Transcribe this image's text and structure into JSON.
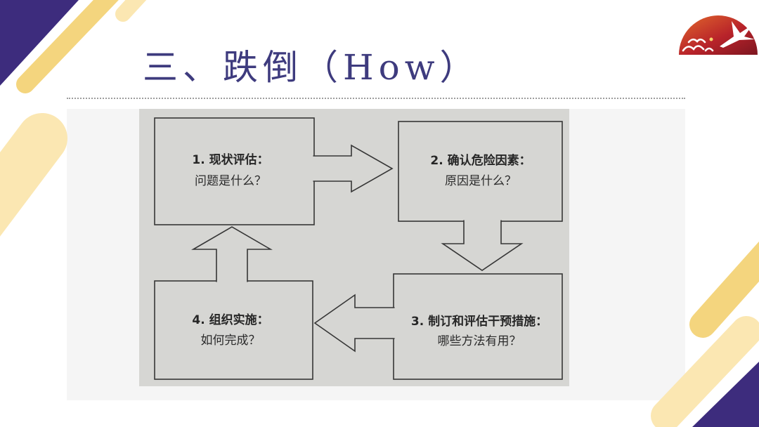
{
  "slide": {
    "title": "三、跌倒（How）",
    "logo_icon": "crane-logo"
  },
  "diagram": {
    "steps": [
      {
        "title": "1. 现状评估：",
        "question": "问题是什么？"
      },
      {
        "title": "2. 确认危险因素：",
        "question": "原因是什么？"
      },
      {
        "title": "3. 制订和评估干预措施：",
        "question": "哪些方法有用？"
      },
      {
        "title": "4. 组织实施：",
        "question": "如何完成？"
      }
    ]
  },
  "colors": {
    "title": "#3e3b7e",
    "accent_purple": "#3d2c7d",
    "accent_yellow": "#f4d57e",
    "accent_pale_yellow": "#fbe7b2",
    "diagram_background": "#d6d6d3",
    "logo_red": "#b8232a"
  }
}
